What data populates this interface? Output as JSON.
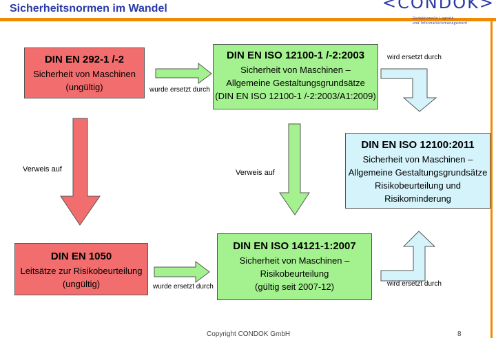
{
  "header": {
    "title": "Sicherheitsnormen im Wandel",
    "logo": "CONDOK",
    "logo_sub1": "Redaktionelle Logistik",
    "logo_sub2": "und Informationsmanagement"
  },
  "boxes": {
    "en292": {
      "head": "DIN EN 292-1 /-2",
      "line1": "Sicherheit von Maschinen",
      "line2": "(ungültig)"
    },
    "iso12100_2003": {
      "head": "DIN EN ISO 12100-1 /-2:2003",
      "line1": "Sicherheit von Maschinen –",
      "line2": "Allgemeine Gestaltungsgrundsätze",
      "line3": "(DIN EN ISO 12100-1 /-2:2003/A1:2009)"
    },
    "iso12100_2011": {
      "head": "DIN EN ISO 12100:2011",
      "line1": "Sicherheit von Maschinen –",
      "line2": "Allgemeine Gestaltungsgrundsätze",
      "line3": "Risikobeurteilung und",
      "line4": "Risikominderung"
    },
    "en1050": {
      "head": "DIN EN 1050",
      "line1": "Leitsätze zur Risikobeurteilung",
      "line2": "(ungültig)"
    },
    "iso14121": {
      "head": "DIN EN ISO 14121-1:2007",
      "line1": "Sicherheit von Maschinen –",
      "line2": "Risikobeurteilung",
      "line3": "(gültig seit 2007-12)"
    }
  },
  "labels": {
    "replaced_top": "wurde ersetzt durch",
    "replaced_bottom": "wurde ersetzt durch",
    "will_replace_top": "wird ersetzt durch",
    "will_replace_bottom": "wird ersetzt durch",
    "reference_left": "Verweis auf",
    "reference_mid": "Verweis auf"
  },
  "footer": {
    "copyright": "Copyright CONDOK GmbH",
    "page": "8"
  },
  "colors": {
    "red_box": "#f26d6d",
    "green_box": "#a4f28f",
    "blue_box": "#d4f3fb",
    "title_blue": "#2a3aa6",
    "rule_orange": "#f08a00"
  }
}
